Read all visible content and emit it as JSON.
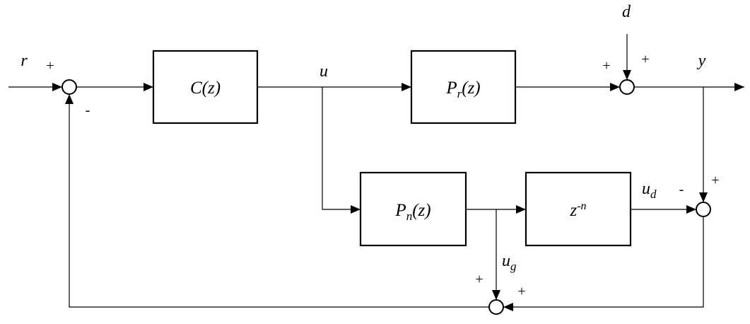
{
  "blocks": {
    "controller": {
      "text": "C(z)"
    },
    "plant_real": {
      "main": "P",
      "sub": "r",
      "arg": "(z)"
    },
    "plant_nominal": {
      "main": "P",
      "sub": "n",
      "arg": "(z)"
    },
    "delay": {
      "main": "z",
      "sup": "-n"
    }
  },
  "signals": {
    "reference": "r",
    "control": "u",
    "disturbance": "d",
    "output": "y",
    "delayed_model": {
      "main": "u",
      "sub": "d"
    },
    "model": {
      "main": "u",
      "sub": "g"
    }
  },
  "signs": {
    "s1_ref": "+",
    "s1_feedback": "-",
    "s2_plant": "+",
    "s2_disturbance": "+",
    "s3_output": "+",
    "s3_delayed": "-",
    "s4_model": "+",
    "s4_error": "+"
  }
}
